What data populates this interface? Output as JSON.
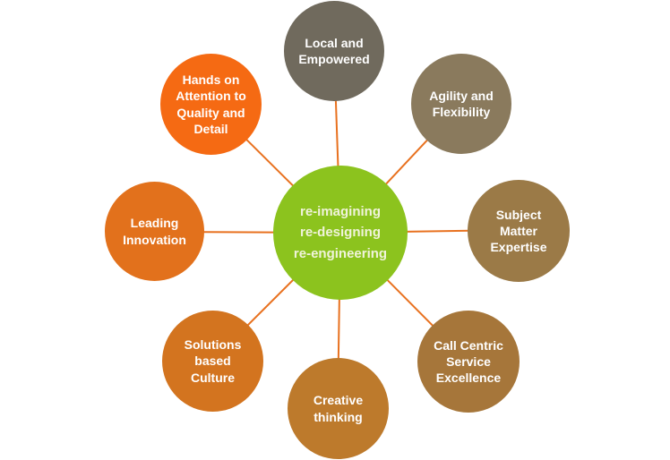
{
  "diagram": {
    "center": {
      "label": "re-imagining\nre-designing\nre-engineering",
      "color": "#8cc31e"
    },
    "nodes": [
      {
        "label": "Local and\nEmpowered",
        "color": "#706a5d"
      },
      {
        "label": "Agility and\nFlexibility",
        "color": "#8a7a5d"
      },
      {
        "label": "Subject\nMatter\nExpertise",
        "color": "#9b7a47"
      },
      {
        "label": "Call Centric\nService\nExcellence",
        "color": "#a6763a"
      },
      {
        "label": "Creative\nthinking",
        "color": "#bd7a2c"
      },
      {
        "label": "Solutions\nbased\nCulture",
        "color": "#d3741f"
      },
      {
        "label": "Leading\nInnovation",
        "color": "#e2711c"
      },
      {
        "label": "Hands on\nAttention to\nQuality and\nDetail",
        "color": "#f56a13"
      }
    ],
    "colors": {
      "connector": "#e8711f",
      "center_text": "#f0f3da",
      "node_text": "#ffffff",
      "background": "#ffffff"
    }
  }
}
